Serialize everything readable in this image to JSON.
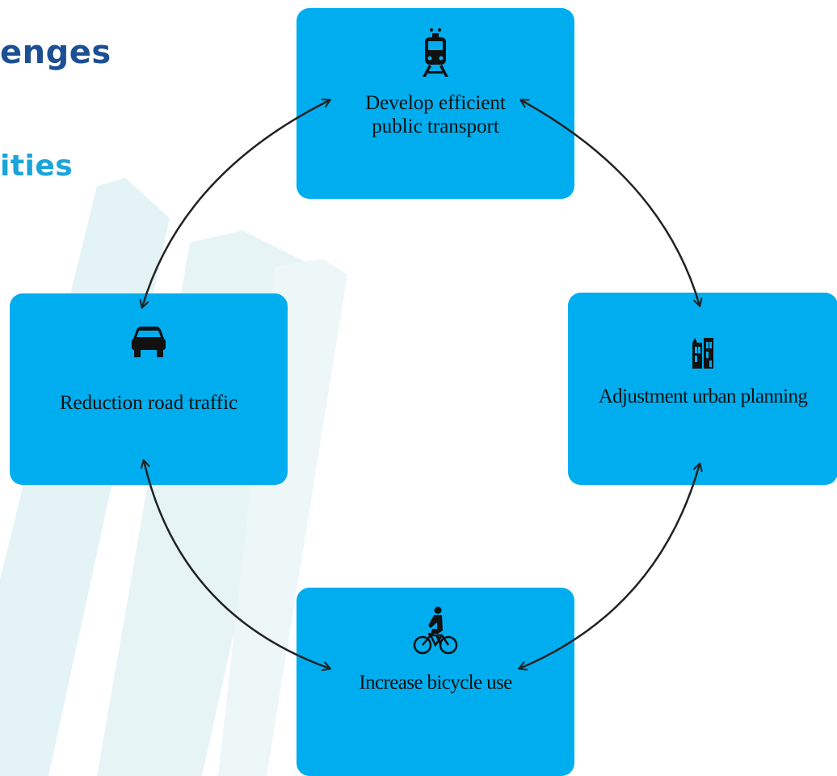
{
  "header": {
    "title": "enges",
    "subtitle": "ities"
  },
  "nodes": [
    {
      "id": "top",
      "label": "Develop efficient public transport",
      "icon": "train-icon"
    },
    {
      "id": "right",
      "label": "Adjustment urban planning",
      "icon": "buildings-icon"
    },
    {
      "id": "bottom",
      "label": "Increase bicycle use",
      "icon": "cyclist-icon"
    },
    {
      "id": "left",
      "label": "Reduction road traffic",
      "icon": "car-icon"
    }
  ],
  "edges": [
    {
      "from": "top",
      "to": "right",
      "bidirectional": true
    },
    {
      "from": "right",
      "to": "bottom",
      "bidirectional": true
    },
    {
      "from": "bottom",
      "to": "left",
      "bidirectional": true
    },
    {
      "from": "left",
      "to": "top",
      "bidirectional": true
    }
  ],
  "colors": {
    "box": "#00aeef",
    "title": "#1c4f93",
    "subtitle": "#1aa4d9",
    "arrow": "#222222",
    "background_stripes": "#e6f4f6"
  }
}
